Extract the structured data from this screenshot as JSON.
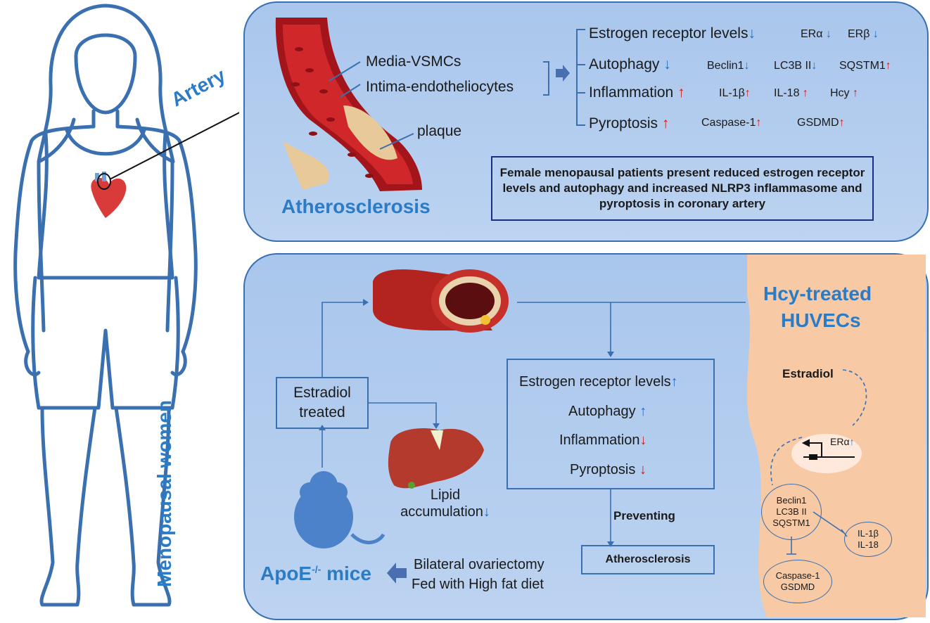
{
  "woman_label": "Menopausal women",
  "artery_label": "Artery",
  "top": {
    "title": "Atherosclerosis",
    "vessel_labels": [
      "Media-VSMCs",
      "Intima-endotheliocytes",
      "plaque"
    ],
    "rows": [
      {
        "label": "Estrogen receptor levels",
        "dir": "↓",
        "markers": [
          {
            "t": "ERα",
            "d": "↓"
          },
          {
            "t": "ERβ",
            "d": "↓"
          }
        ]
      },
      {
        "label": "Autophagy",
        "dir": "↓",
        "markers": [
          {
            "t": "Beclin1",
            "d": "↓"
          },
          {
            "t": "LC3B II",
            "d": "↓"
          },
          {
            "t": "SQSTM1",
            "d": "↑"
          }
        ]
      },
      {
        "label": "Inflammation",
        "dir": "↑",
        "markers": [
          {
            "t": "IL-1β",
            "d": "↑"
          },
          {
            "t": "IL-18",
            "d": "↑"
          },
          {
            "t": "Hcy",
            "d": "↑"
          }
        ]
      },
      {
        "label": "Pyroptosis",
        "dir": "↑",
        "markers": [
          {
            "t": "Caspase-1",
            "d": "↑"
          },
          {
            "t": "GSDMD",
            "d": "↑"
          }
        ]
      }
    ],
    "summary": "Female menopausal patients present reduced estrogen receptor levels and autophagy and increased NLRP3 inflammasome and pyroptosis in coronary artery"
  },
  "bottom": {
    "estradiol_box": "Estradiol treated",
    "lipid": "Lipid accumulation",
    "lipid_dir": "↓",
    "mice_label": "ApoE",
    "mice_sup": "-/-",
    "mice_suffix": " mice",
    "ovx": "Bilateral ovariectomy",
    "diet": "Fed with High fat diet",
    "effects": [
      {
        "label": "Estrogen receptor levels",
        "dir": "↑"
      },
      {
        "label": "Autophagy",
        "dir": "↑"
      },
      {
        "label": "Inflammation",
        "dir": "↓"
      },
      {
        "label": "Pyroptosis",
        "dir": "↓"
      }
    ],
    "preventing": "Preventing",
    "athero": "Atherosclerosis",
    "huvec_title_1": "Hcy-treated",
    "huvec_title_2": "HUVECs",
    "estradiol": "Estradiol",
    "er": "ERα",
    "er_dir": "↑",
    "autophagy_markers": [
      "Beclin1",
      "LC3B II",
      "SQSTM1"
    ],
    "inflam_markers": [
      "IL-1β",
      "IL-18"
    ],
    "pyro_markers": [
      "Caspase-1",
      "GSDMD"
    ]
  }
}
